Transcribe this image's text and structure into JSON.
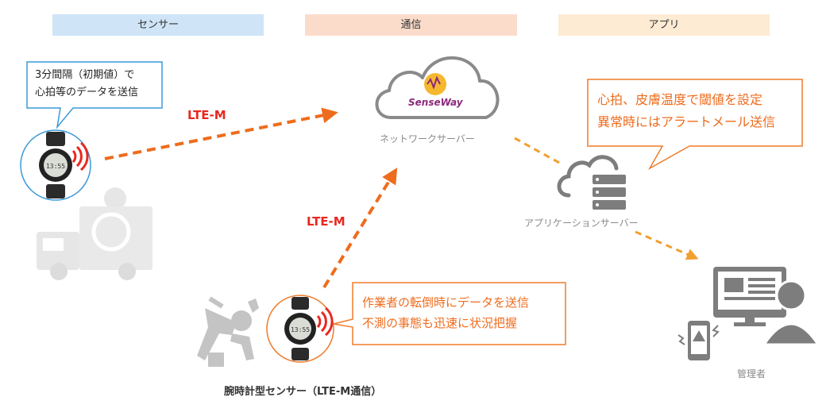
{
  "headers": {
    "sensor": "センサー",
    "comm": "通信",
    "app": "アプリ"
  },
  "callouts": {
    "top_left": [
      "3分間隔（初期値）で",
      "心拍等のデータを送信"
    ],
    "top_right": [
      "心拍、皮膚温度で閾値を設定",
      "異常時にはアラートメール送信"
    ],
    "bottom": [
      "作業者の転倒時にデータを送信",
      "不測の事態も迅速に状況把握"
    ]
  },
  "links": {
    "upper": "LTE-M",
    "lower": "LTE-M"
  },
  "labels": {
    "logo": "SenseWay",
    "network_server": "ネットワークサーバー",
    "app_server": "アプリケーションサーバー",
    "admin": "管理者",
    "device": "腕時計型センサー（LTE-M通信）"
  },
  "colors": {
    "sensor_header": "#cfe4f7",
    "comm_header": "#fbdccb",
    "app_header": "#fdebd3",
    "callout_blue": "#3a9ad9",
    "callout_orange": "#f07b2c",
    "lte_red": "#e8281f",
    "arrow_orange": "#ee6c1d",
    "arrow_yellow": "#f0a030",
    "icon_gray": "#7d7d7d"
  }
}
